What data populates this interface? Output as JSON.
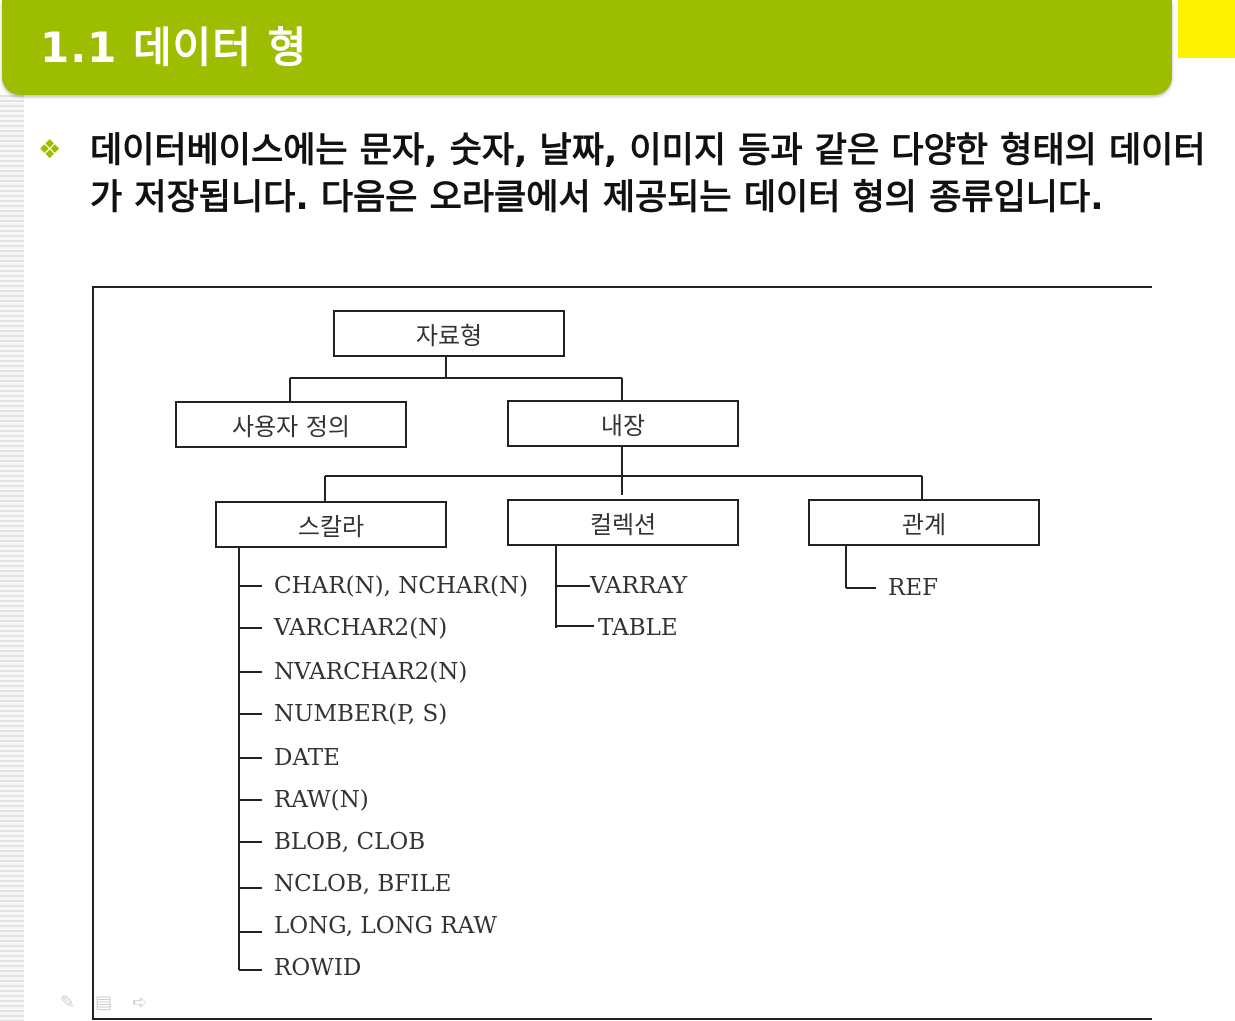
{
  "title": "1.1 데이터 형",
  "intro": "데이터베이스에는 문자, 숫자, 날짜, 이미지 등과 같은 다양한 형태의 데이터가 저장됩니다. 다음은 오라클에서 제공되는 데이터 형의 종류입니다.",
  "bullet_icon": "diamond-bullet-icon",
  "colors": {
    "title_bar": "#9cbd00",
    "accent": "#fdf200"
  },
  "diagram": {
    "root": "자료형",
    "user_defined": "사용자 정의",
    "builtin": "내장",
    "scalar": "스칼라",
    "collection": "컬렉션",
    "relation": "관계",
    "scalar_types": [
      "CHAR(N), NCHAR(N)",
      "VARCHAR2(N)",
      "NVARCHAR2(N)",
      "NUMBER(P, S)",
      "DATE",
      "RAW(N)",
      "BLOB, CLOB",
      "NCLOB, BFILE",
      "LONG, LONG RAW",
      "ROWID"
    ],
    "collection_types": [
      "VARRAY",
      "TABLE"
    ],
    "relation_types": [
      "REF"
    ]
  }
}
